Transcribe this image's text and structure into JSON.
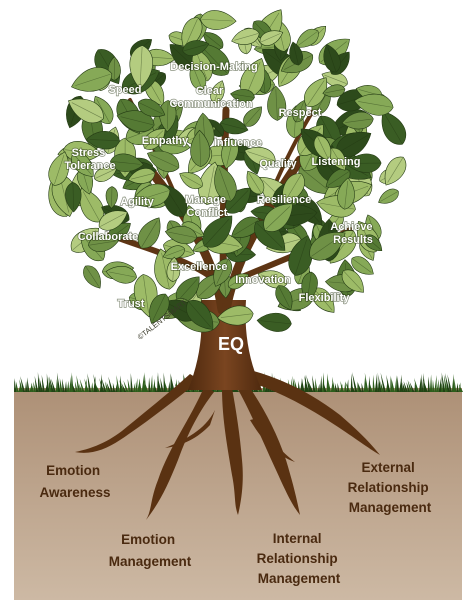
{
  "diagram": {
    "trunk_label": "EQ",
    "brand": "©TALENTSMART",
    "branches": [
      "Speed",
      "Decision-Making",
      "Clear Communication",
      "Respect",
      "Stress Tolerance",
      "Empathy",
      "Influence",
      "Quality",
      "Listening",
      "Agility",
      "Manage Conflict",
      "Resilience",
      "Achieve Results",
      "Collaborate",
      "Excellence",
      "Innovation",
      "Flexibility",
      "Trust"
    ],
    "roots": [
      "Emotion Awareness",
      "Emotion Management",
      "Internal Relationship Management",
      "External Relationship Management"
    ]
  },
  "colors": {
    "soil": "#b59a80",
    "trunk": "#6b3b17",
    "grass": "#2c5d1b",
    "leaf_light": "#9dbb67",
    "leaf_dark": "#3a5d24",
    "root_text": "#4a2a10"
  }
}
